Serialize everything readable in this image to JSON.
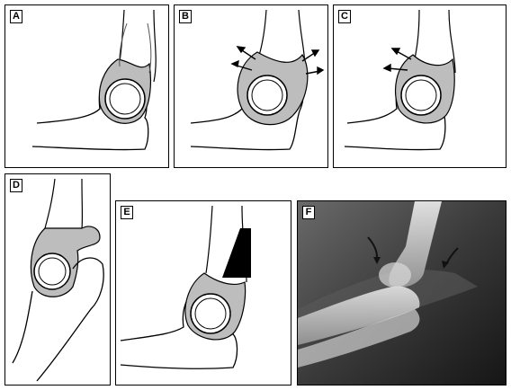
{
  "panels": [
    {
      "label": "A"
    },
    {
      "label": "B"
    },
    {
      "label": "C"
    },
    {
      "label": "D"
    },
    {
      "label": "E"
    },
    {
      "label": "F"
    }
  ],
  "colors": {
    "line": "#000000",
    "fill": "#bdbdbd",
    "fill_light": "#d9d9d9",
    "xray_bg": "#2a2a2a",
    "bone": "#d8d8d8"
  },
  "icons": [
    "arrow-icon",
    "elbow-joint-drawing",
    "xray-image"
  ]
}
